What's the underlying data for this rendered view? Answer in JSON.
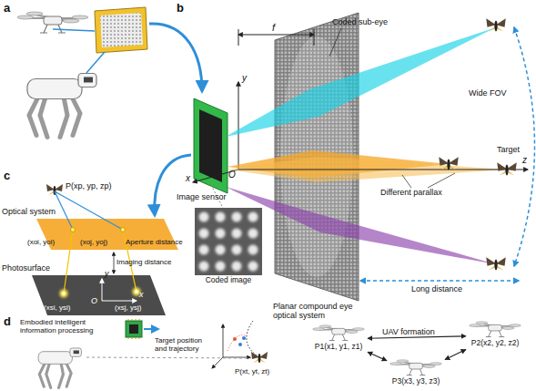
{
  "diagram": {
    "nodes": [
      {
        "text": [
          "Coded image"
        ]
      },
      {
        "text": [
          "P1(x1, y1, z1)"
        ]
      },
      {
        "text": [
          "P2(x2, y2, z2)"
        ]
      },
      {
        "text": [
          "P3(x3, y3, z3)"
        ]
      }
    ],
    "edges": [
      {
        "from": 1,
        "to": 2,
        "arrow": "both"
      },
      {
        "from": 1,
        "to": 3,
        "arrow": "both"
      },
      {
        "from": 3,
        "to": 2,
        "arrow": "both"
      }
    ],
    "labels": [
      "a",
      "b",
      "f",
      "Coded sub-eye",
      "Wide FOV",
      "y",
      "x",
      "O",
      "z",
      "Different parallax",
      "Target",
      "Image sensor",
      "Planar compound eye optical system",
      "Long distance",
      "c",
      "P(xp, yp, zp)",
      "Optical system",
      "Aperture distance",
      "(xoi, yoi)",
      "(xoj, yoj)",
      "Photosurface",
      "Imaging distance",
      "(xsi, ysi)",
      "(xsj, ysj)",
      "y",
      "x",
      "O",
      "d",
      "Embodied intelligent information processing",
      "Target position and trajectory",
      "P(xt, yt, zt)",
      "UAV formation"
    ]
  }
}
